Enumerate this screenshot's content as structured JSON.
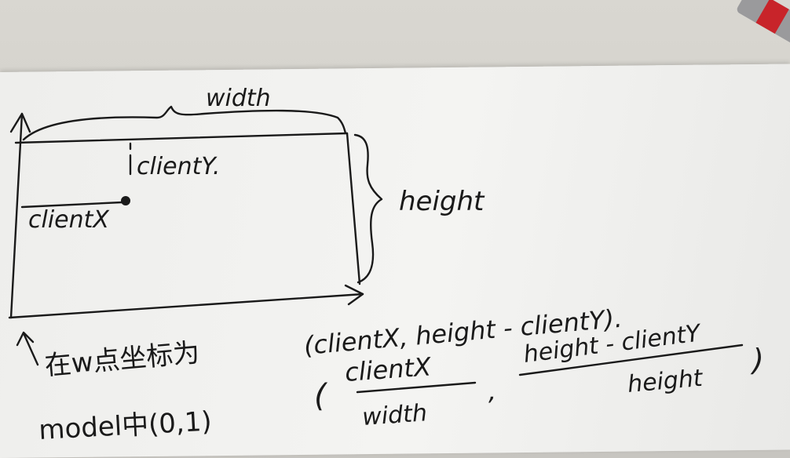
{
  "labels": {
    "width": "width",
    "height": "height",
    "client_y": "clientY.",
    "client_x": "clientX"
  },
  "formulas": {
    "line1_prefix": "在w点坐标为",
    "line1_expr": "(clientX, height - clientY).",
    "line2_prefix": "model中(0,1)",
    "frac1_num": "clientX",
    "frac1_den": "width",
    "separator": ",",
    "frac2_num": "height - clientY",
    "frac2_den": "height",
    "close": ")"
  },
  "colors": {
    "ink": "#1a1a1a",
    "paper": "#f1f1ef",
    "pen_accent": "#c8242a"
  }
}
